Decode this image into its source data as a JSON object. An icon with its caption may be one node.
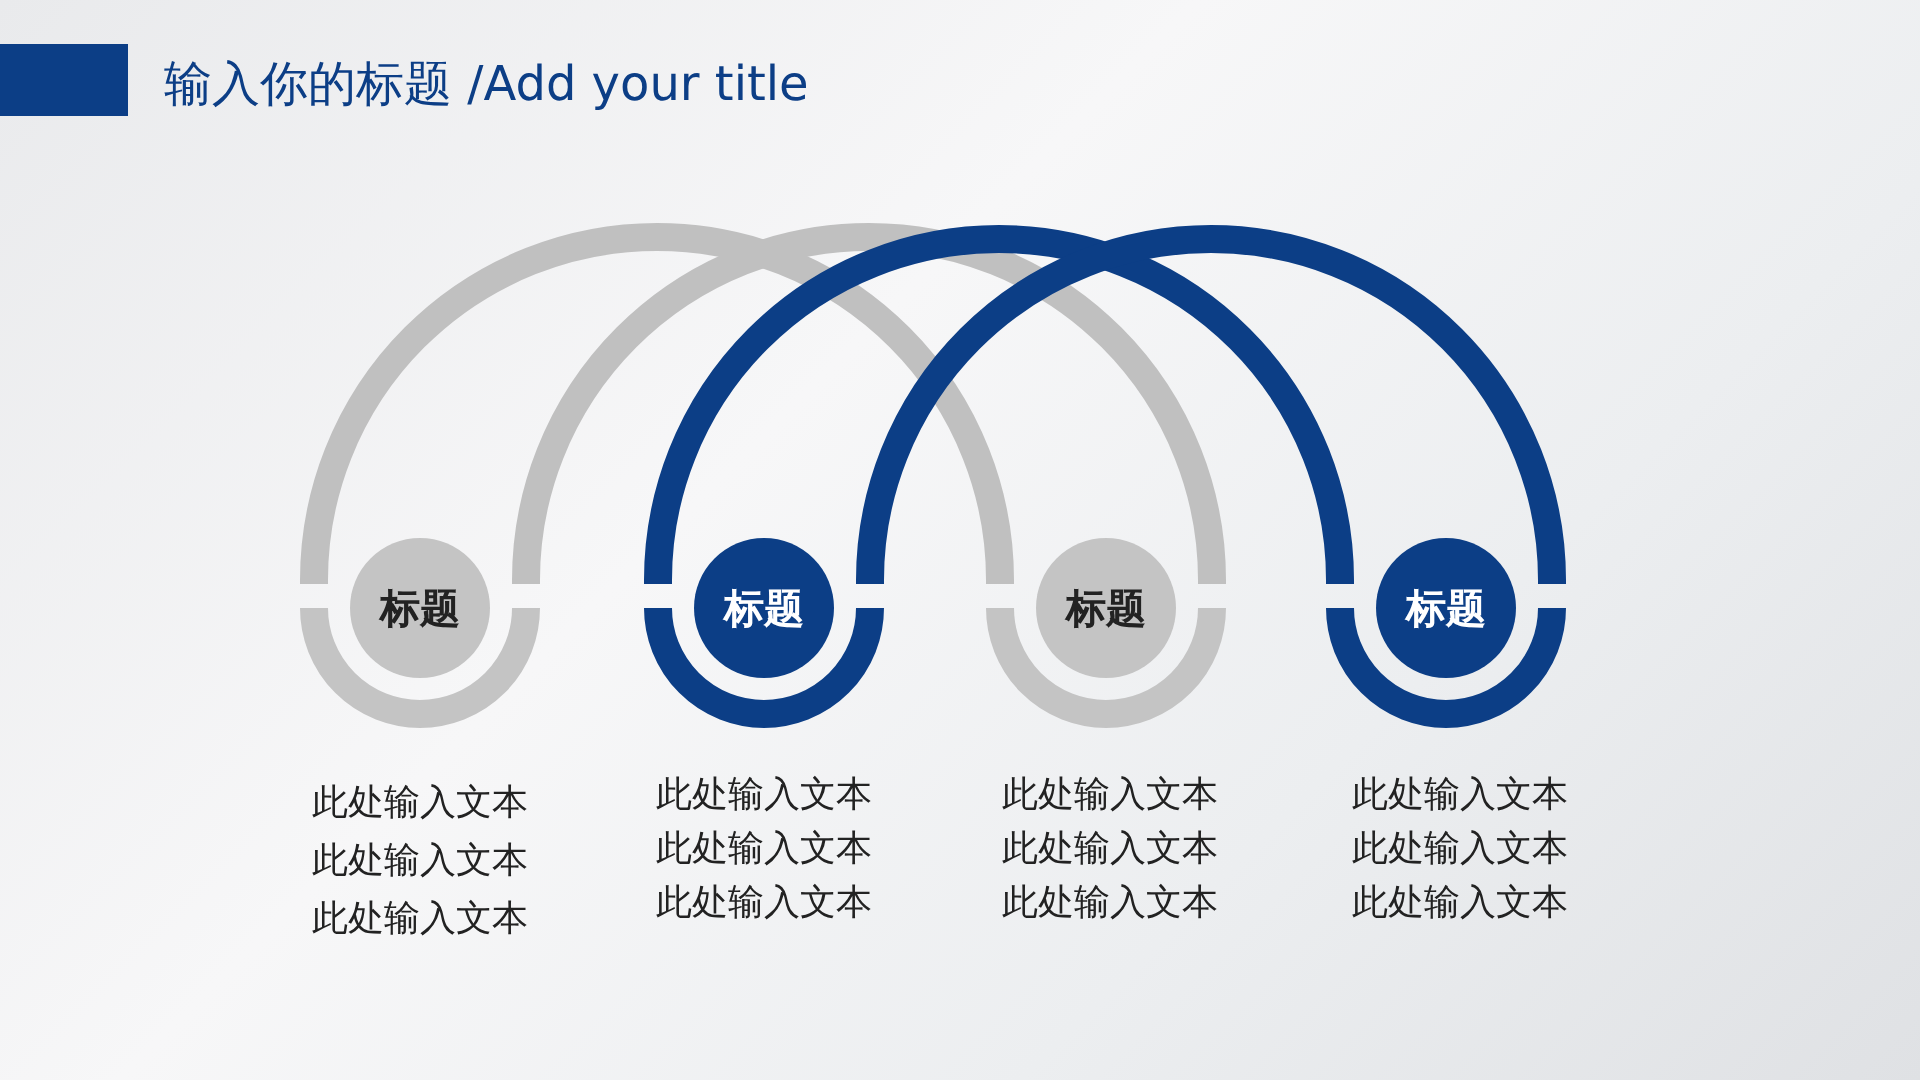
{
  "diagram": {
    "title": "输入你的标题 /Add your title",
    "nodes": [
      {
        "text": [
          "标题"
        ],
        "beside": [
          "此处输入文本",
          "此处输入文本",
          "此处输入文本"
        ]
      },
      {
        "text": [
          "标题"
        ],
        "beside": [
          "此处输入文本",
          "此处输入文本",
          "此处输入文本"
        ]
      },
      {
        "text": [
          "标题"
        ],
        "beside": [
          "此处输入文本",
          "此处输入文本",
          "此处输入文本"
        ]
      },
      {
        "text": [
          "标题"
        ],
        "beside": [
          "此处输入文本",
          "此处输入文本",
          "此处输入文本"
        ]
      }
    ],
    "edges": [
      {
        "from": 0,
        "to": 2,
        "arrow": "none",
        "color": "#c0c0c0"
      },
      {
        "from": 0,
        "to": 2,
        "arrow": "none",
        "color": "#c0c0c0"
      },
      {
        "from": 1,
        "to": 3,
        "arrow": "none",
        "color": "#0c3e86"
      },
      {
        "from": 1,
        "to": 3,
        "arrow": "none",
        "color": "#0c3e86"
      }
    ]
  }
}
